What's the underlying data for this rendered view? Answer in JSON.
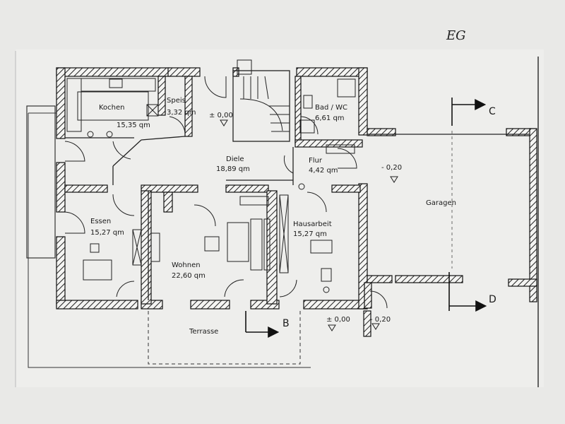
{
  "title": "EG",
  "rooms": {
    "kochen": {
      "name": "Kochen",
      "area": "15,35 qm"
    },
    "speis": {
      "name": "Speis",
      "area": "3,32 qm"
    },
    "bad": {
      "name": "Bad / WC",
      "area": "6,61 qm"
    },
    "diele": {
      "name": "Diele",
      "area": "18,89 qm"
    },
    "flur": {
      "name": "Flur",
      "area": "4,42 qm"
    },
    "essen": {
      "name": "Essen",
      "area": "15,27 qm"
    },
    "wohnen": {
      "name": "Wohnen",
      "area": "22,60 qm"
    },
    "hausarbeit": {
      "name": "Hausarbeit",
      "area": "15,27 qm"
    },
    "garagen": {
      "name": "Garagen"
    },
    "terrasse": {
      "name": "Terrasse"
    }
  },
  "levels": {
    "diele": "± 0,00",
    "garage": "- 0,20",
    "terrasse": "± 0,00",
    "outside": "- 0,20"
  },
  "sections": {
    "b": "B",
    "c": "C",
    "d": "D"
  }
}
